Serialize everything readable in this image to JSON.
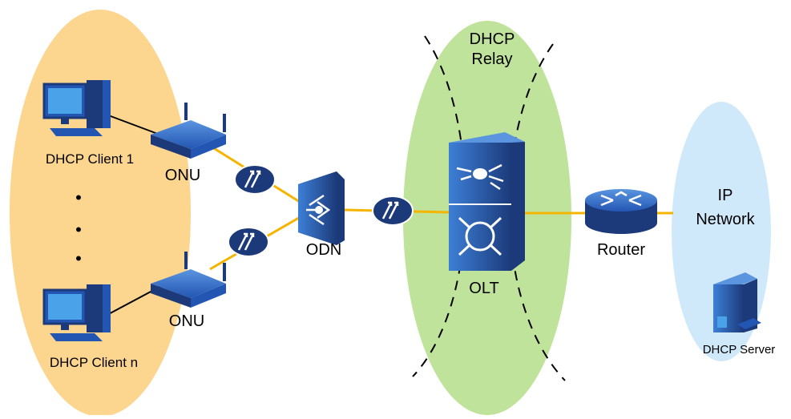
{
  "client_zone": {
    "clients": [
      "DHCP Client 1",
      "DHCP Client n"
    ],
    "onu_label": "ONU",
    "ellipsis": [
      "•",
      "•",
      "•"
    ]
  },
  "odn": {
    "label": "ODN"
  },
  "relay_zone": {
    "title_line1": "DHCP",
    "title_line2": "Relay",
    "olt_label": "OLT"
  },
  "router": {
    "label": "Router"
  },
  "ip_network": {
    "line1": "IP",
    "line2": "Network"
  },
  "server": {
    "label": "DHCP Server"
  },
  "colors": {
    "client_zone": "#fcd58f",
    "relay_zone": "#bfe39b",
    "ip_zone": "#cfe9fb",
    "link": "#f5b400",
    "device_dark": "#1c3a7a",
    "device_mid": "#2356b3",
    "device_light": "#3d7fd6"
  }
}
